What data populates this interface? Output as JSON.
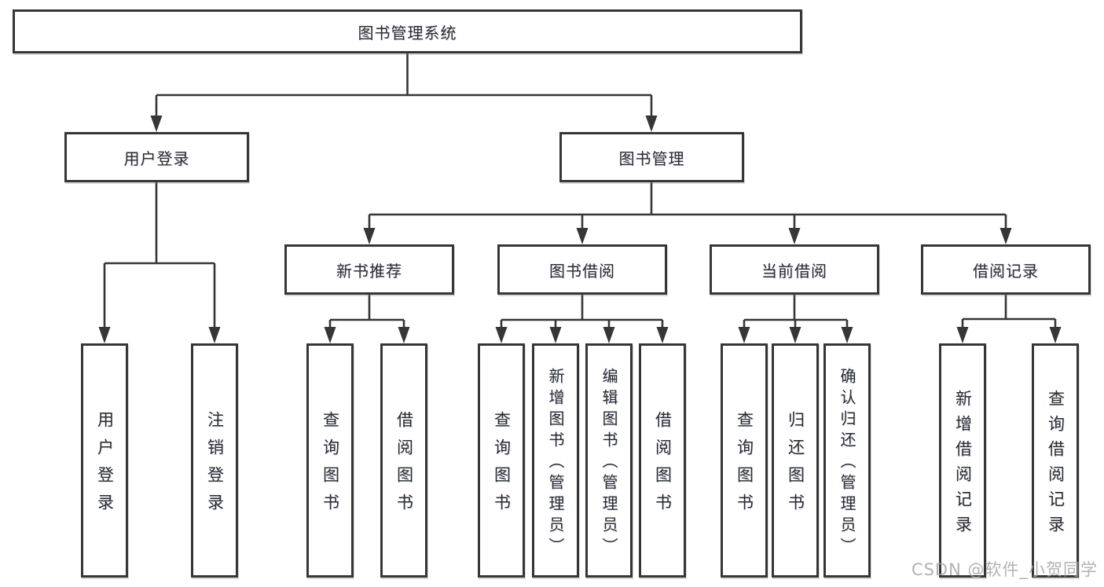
{
  "diagram_title": "图书管理系统",
  "colors": {
    "line": "#363636",
    "box_border": "#363636",
    "text": "#2b2b2b",
    "background": "#ffffff",
    "watermark": "#a5a5a5"
  },
  "tree": {
    "root": {
      "label": "图书管理系统"
    },
    "branches": [
      {
        "label": "用户登录",
        "children": [
          {
            "label": "用户登录"
          },
          {
            "label": "注销登录"
          }
        ]
      },
      {
        "label": "图书管理",
        "children": [
          {
            "label": "新书推荐",
            "children": [
              {
                "label": "查询图书"
              },
              {
                "label": "借阅图书"
              }
            ]
          },
          {
            "label": "图书借阅",
            "children": [
              {
                "label": "查询图书"
              },
              {
                "label": "新增图书（管理员）"
              },
              {
                "label": "编辑图书（管理员）"
              },
              {
                "label": "借阅图书"
              }
            ]
          },
          {
            "label": "当前借阅",
            "children": [
              {
                "label": "查询图书"
              },
              {
                "label": "归还图书"
              },
              {
                "label": "确认归还（管理员）"
              }
            ]
          },
          {
            "label": "借阅记录",
            "children": [
              {
                "label": "新增借阅记录"
              },
              {
                "label": "查询借阅记录"
              }
            ]
          }
        ]
      }
    ]
  },
  "watermark": "CSDN @软件_小贺同学"
}
